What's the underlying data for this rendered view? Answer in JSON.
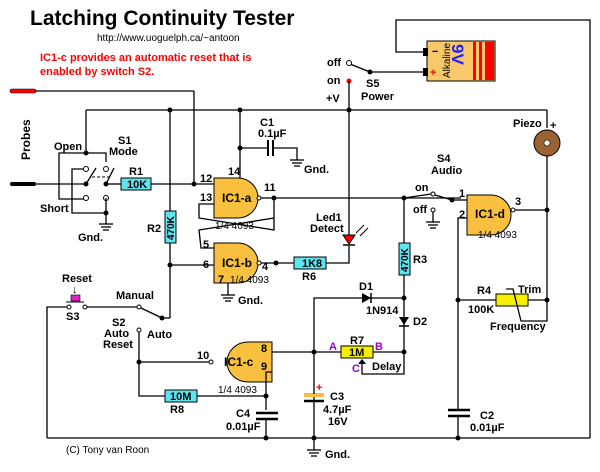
{
  "title": "Latching Continuity Tester",
  "url": "http://www.uoguelph.ca/~antoon",
  "note_line1": "IC1-c provides an automatic reset that is",
  "note_line2": "enabled by switch S2.",
  "copyright": "(C) Tony van Roon",
  "colors": {
    "note": "#ff0000",
    "gate": "#f9c040",
    "resistor": "#5fe3ee",
    "pot": "#f5f000",
    "battery": "#f9c86a",
    "piezo": "#9a6232",
    "led": "#ff0000",
    "purple": "#9900cc"
  },
  "probes": {
    "label": "Probes"
  },
  "s1": {
    "name": "S1",
    "sub": "Mode",
    "open": "Open",
    "short": "Short"
  },
  "gnd": "Gnd.",
  "r1": {
    "name": "R1",
    "value": "10K"
  },
  "r2": {
    "name": "R2",
    "value": "470K"
  },
  "r3": {
    "name": "R3",
    "value": "470K"
  },
  "r4": {
    "name": "R4",
    "value": "100K",
    "trim": "Trim",
    "freq": "Frequency"
  },
  "r6": {
    "name": "R6",
    "value": "1K8"
  },
  "r7": {
    "name": "R7",
    "value": "1M",
    "a": "A",
    "b": "B",
    "c": "C",
    "delay": "Delay"
  },
  "r8": {
    "name": "R8",
    "value": "10M"
  },
  "c1": {
    "name": "C1",
    "value": "0.1µF"
  },
  "c2": {
    "name": "C2",
    "value": "0.01µF"
  },
  "c3": {
    "name": "C3",
    "value": "4.7µF",
    "volt": "16V"
  },
  "c4": {
    "name": "C4",
    "value": "0.01µF"
  },
  "d1": {
    "name": "D1",
    "part": "1N914"
  },
  "d2": {
    "name": "D2"
  },
  "led": {
    "name": "Led1",
    "sub": "Detect"
  },
  "ic_a": {
    "name": "IC1-a",
    "part": "1/4 4093",
    "pins": [
      "12",
      "13",
      "14",
      "11"
    ]
  },
  "ic_b": {
    "name": "IC1-b",
    "part": "1/4 4093",
    "pins": [
      "5",
      "6",
      "7",
      "4"
    ]
  },
  "ic_c": {
    "name": "IC1-c",
    "part": "1/4 4093",
    "pins": [
      "10",
      "8",
      "9"
    ]
  },
  "ic_d": {
    "name": "IC1-d",
    "part": "1/4 4093",
    "pins": [
      "1",
      "2",
      "3"
    ]
  },
  "s2": {
    "name": "S2",
    "sub1": "Auto",
    "sub2": "Reset",
    "manual": "Manual",
    "auto": "Auto"
  },
  "s3": {
    "name": "S3",
    "label": "Reset",
    "arrow": "↓"
  },
  "s4": {
    "name": "S4",
    "sub": "Audio",
    "on": "on",
    "off": "off"
  },
  "s5": {
    "name": "S5",
    "sub": "Power",
    "on": "on",
    "off": "off"
  },
  "vplus": "+V",
  "piezo": {
    "label": "Piezo",
    "plus": "+"
  },
  "battery": {
    "brand": "Alkaline",
    "volt": "9V",
    "minus": "−",
    "plus": "+"
  },
  "plus": "+"
}
